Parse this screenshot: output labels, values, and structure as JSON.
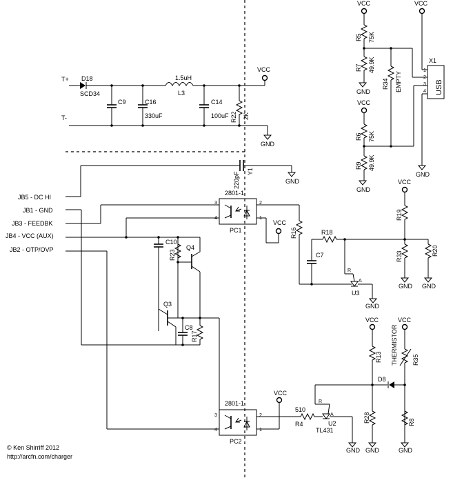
{
  "diagram": {
    "copyright": "© Ken Shirriff 2012",
    "url": "http://arcfn.com/charger",
    "supply": {
      "vcc": "VCC",
      "gnd": "GND"
    },
    "input": {
      "t_plus": "T+",
      "t_minus": "T-"
    },
    "components": {
      "d18": "D18",
      "d18_value": "SCD34",
      "inductor_value": "1.5uH",
      "inductor": "L3",
      "c9": "C9",
      "c16": "C16",
      "c16_value": "330uF",
      "c14": "C14",
      "c14_value": "100uF",
      "r22": "R22",
      "r22_value": "2K",
      "c_y1_value": "220pF",
      "y1": "Y1",
      "r5": "R5",
      "r5_value": "75K",
      "r7": "R7",
      "r7_value": "49.9K",
      "r34": "R34",
      "r34_value": "EMPTY",
      "r6": "R6",
      "r6_value": "75K",
      "r9": "R9",
      "r9_value": "49.9K",
      "x1": "X1",
      "usb": "USB",
      "usb_pins": [
        "1",
        "2",
        "3",
        "4"
      ],
      "pc1_part": "2801-1",
      "pc1": "PC1",
      "pc2_part": "2801-1",
      "pc2": "PC2",
      "opto_pins": [
        "3",
        "4",
        "2",
        "1"
      ],
      "c10": "C10",
      "r23": "R23",
      "q4": "Q4",
      "q3": "Q3",
      "c8": "C8",
      "r17": "R17",
      "r16": "R16",
      "r18": "R18",
      "c7": "C7",
      "u3": "U3",
      "u2": "U2",
      "u2_part": "TL431",
      "ref_r": "R",
      "ref_a": "A",
      "r19": "R19",
      "r33": "R33",
      "r20": "R20",
      "r13": "R13",
      "thermistor": "THERMISTOR",
      "r35": "R35",
      "d8": "D8",
      "r28": "R28",
      "r8": "R8",
      "r4": "R4",
      "r4_value": "510"
    },
    "connector": {
      "jb5": "JB5 - DC HI",
      "jb1": "JB1 - GND",
      "jb3": "JB3 - FEEDBK",
      "jb4": "JB4 - VCC (AUX)",
      "jb2": "JB2 - OTP/OVP"
    }
  }
}
